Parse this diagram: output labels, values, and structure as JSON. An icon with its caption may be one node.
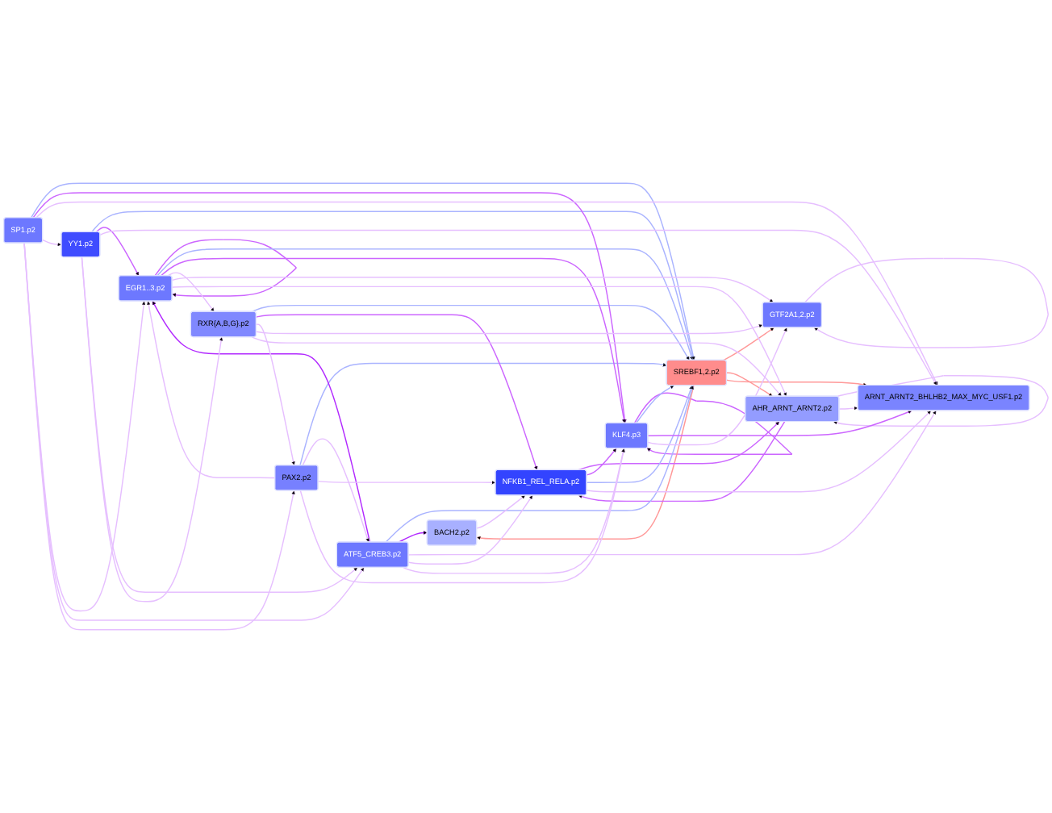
{
  "diagram": {
    "nodes": [
      {
        "text": [
          "BACH2.p2"
        ]
      },
      {
        "text": [
          "GTF2A1,2.p2"
        ]
      },
      {
        "text": [
          "NFKB1_REL_RELA.p2"
        ]
      },
      {
        "text": [
          "AHR_ARNT_ARNT2.p2"
        ]
      },
      {
        "text": [
          "KLF4.p3"
        ]
      },
      {
        "text": [
          "ARNT_ARNT2_BHLHB2_MAX_MYC_USF1.p2"
        ]
      },
      {
        "text": [
          "SREBF1,2.p2"
        ]
      },
      {
        "text": [
          "EGR1..3.p2"
        ]
      },
      {
        "text": [
          "SP1.p2"
        ]
      },
      {
        "text": [
          "RXR{A,B,G}.p2"
        ]
      },
      {
        "text": [
          "YY1.p2"
        ]
      },
      {
        "text": [
          "PAX2.p2"
        ]
      },
      {
        "text": [
          "ATF5_CREB3.p2"
        ]
      }
    ],
    "edges": [
      {
        "from": 1,
        "to": 1,
        "arrow": "to"
      },
      {
        "from": 3,
        "to": 3,
        "arrow": "to"
      },
      {
        "from": 4,
        "to": 4,
        "arrow": "to",
        "color": "#cc66ff"
      },
      {
        "from": 7,
        "to": 7,
        "arrow": "to",
        "color": "#cc66ff"
      },
      {
        "from": 6,
        "to": 0,
        "arrow": "to",
        "color": "#ff9999"
      },
      {
        "from": 6,
        "to": 1,
        "arrow": "to",
        "color": "#ff9999"
      },
      {
        "from": 6,
        "to": 3,
        "arrow": "to",
        "color": "#ff9999"
      },
      {
        "from": 6,
        "to": 5,
        "arrow": "to",
        "color": "#ff9999"
      },
      {
        "from": 2,
        "to": 3,
        "arrow": "to",
        "color": "#cc66ff"
      },
      {
        "from": 3,
        "to": 2,
        "arrow": "to",
        "color": "#cc66ff"
      },
      {
        "from": 2,
        "to": 4,
        "arrow": "to",
        "color": "#cc66ff"
      },
      {
        "from": 2,
        "to": 6,
        "arrow": "to",
        "color": "#aab4ff"
      },
      {
        "from": 4,
        "to": 6,
        "arrow": "to",
        "color": "#aab4ff"
      },
      {
        "from": 7,
        "to": 6,
        "arrow": "to",
        "color": "#aab4ff"
      },
      {
        "from": 9,
        "to": 6,
        "arrow": "to",
        "color": "#aab4ff"
      },
      {
        "from": 11,
        "to": 6,
        "arrow": "to",
        "color": "#aab4ff"
      },
      {
        "from": 12,
        "to": 6,
        "arrow": "to",
        "color": "#aab4ff"
      },
      {
        "from": 10,
        "to": 6,
        "arrow": "to",
        "color": "#aab4ff"
      },
      {
        "from": 8,
        "to": 6,
        "arrow": "to",
        "color": "#aab4ff"
      },
      {
        "from": 12,
        "to": 0,
        "arrow": "to",
        "color": "#b22aff"
      },
      {
        "from": 12,
        "to": 7,
        "arrow": "to",
        "color": "#b22aff"
      },
      {
        "from": 10,
        "to": 7,
        "arrow": "to",
        "color": "#cc66ff"
      },
      {
        "from": 4,
        "to": 5,
        "arrow": "to",
        "color": "#cc66ff"
      },
      {
        "from": 8,
        "to": 4,
        "arrow": "to",
        "color": "#cc66ff"
      },
      {
        "from": 7,
        "to": 4,
        "arrow": "to",
        "color": "#cc66ff"
      },
      {
        "from": 9,
        "to": 2,
        "arrow": "to",
        "color": "#cc66ff"
      },
      {
        "from": 3,
        "to": 5,
        "arrow": "to"
      },
      {
        "from": 8,
        "to": 5,
        "arrow": "to"
      },
      {
        "from": 10,
        "to": 5,
        "arrow": "to"
      },
      {
        "from": 12,
        "to": 5,
        "arrow": "to"
      },
      {
        "from": 8,
        "to": 10,
        "arrow": "to"
      },
      {
        "from": 10,
        "to": 12,
        "arrow": "to"
      },
      {
        "from": 11,
        "to": 12,
        "arrow": "to"
      },
      {
        "from": 9,
        "to": 11,
        "arrow": "to"
      },
      {
        "from": 7,
        "to": 9,
        "arrow": "to"
      },
      {
        "from": 8,
        "to": 7,
        "arrow": "to"
      },
      {
        "from": 10,
        "to": 9,
        "arrow": "to"
      },
      {
        "from": 0,
        "to": 2,
        "arrow": "to"
      },
      {
        "from": 4,
        "to": 1,
        "arrow": "to"
      },
      {
        "from": 7,
        "to": 1,
        "arrow": "to"
      },
      {
        "from": 9,
        "to": 1,
        "arrow": "to"
      },
      {
        "from": 2,
        "to": 5,
        "arrow": "to"
      },
      {
        "from": 7,
        "to": 3,
        "arrow": "to"
      },
      {
        "from": 9,
        "to": 3,
        "arrow": "to"
      },
      {
        "from": 12,
        "to": 2,
        "arrow": "to"
      },
      {
        "from": 11,
        "to": 2,
        "arrow": "to"
      },
      {
        "from": 11,
        "to": 4,
        "arrow": "to"
      },
      {
        "from": 12,
        "to": 4,
        "arrow": "to"
      },
      {
        "from": 11,
        "to": 7,
        "arrow": "to"
      },
      {
        "from": 8,
        "to": 12,
        "arrow": "to"
      },
      {
        "from": 8,
        "to": 11,
        "arrow": "to"
      }
    ]
  }
}
